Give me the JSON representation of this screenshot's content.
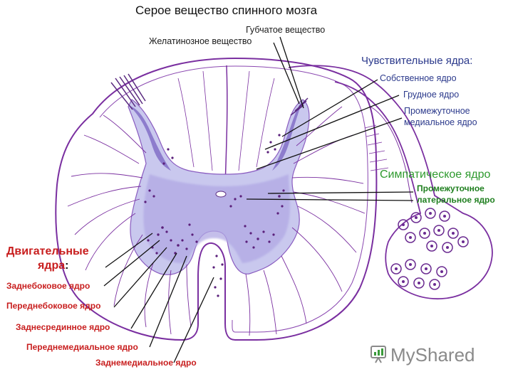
{
  "title": "Серое вещество спинного мозга",
  "labels": {
    "gelatinous": "Желатинозное вещество",
    "spongy": "Губчатое вещество",
    "sensory_head": "Чувствительные ядра:",
    "proper": "Собственное ядро",
    "thoracic": "Грудное ядро",
    "intermediomedial_1": "Промежуточное",
    "intermediomedial_2": "медиальное ядро",
    "sympathetic_head": "Симпатическое  ядро",
    "intermediolateral_1": "Промежуточное",
    "intermediolateral_2": "латеральное ядро",
    "motor_head_1": "Двигательные",
    "motor_head_2": "ядра",
    "motor_head_colon": ":",
    "posterolateral": "Заднебоковое ядро",
    "anterolateral": "Переднебоковое ядро",
    "posterior_central": "Заднесрединное ядро",
    "anteromedial": "Переднемедиальное ядро",
    "posteromedial": "Заднемедиальное ядро"
  },
  "watermark": "MyShared",
  "colors": {
    "outline": "#7a2fa0",
    "grey_matter": "#c9c8ee",
    "grey_matter_dark": "#9d8fd6",
    "cell_dots": "#5a1f7a",
    "pointer_lines": "#111111",
    "red_text": "#c81e1e",
    "blue_text": "#2c3a8c",
    "green_text": "#2e9a2e",
    "watermark_grey": "#8a8a8a",
    "watermark_green": "#3a9a3a"
  },
  "icons": [
    "presentation-board-icon"
  ]
}
